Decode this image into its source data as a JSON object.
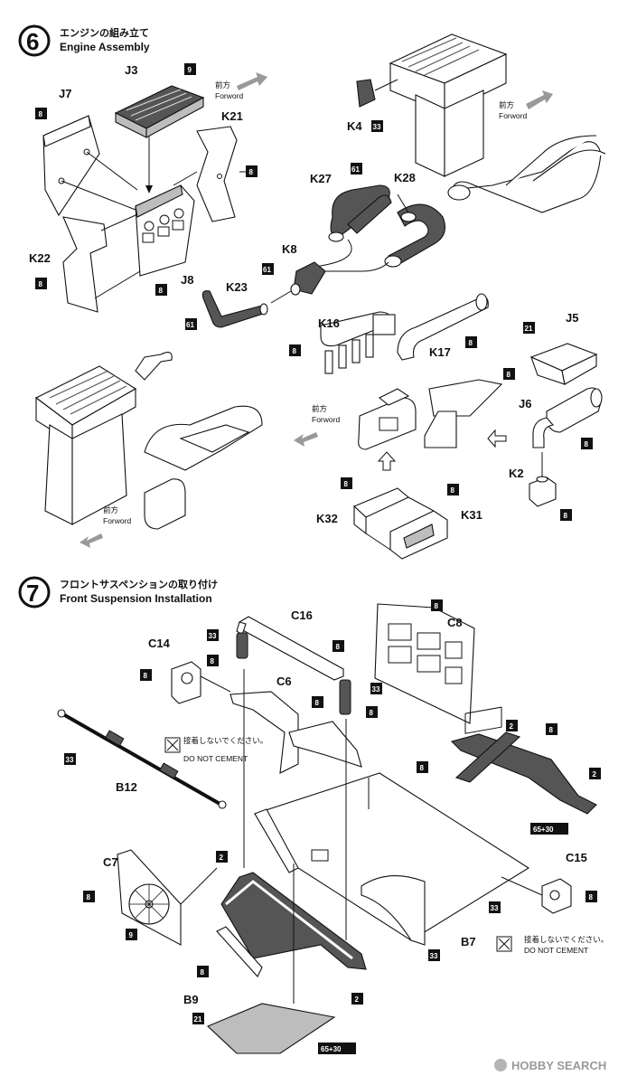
{
  "steps": [
    {
      "number": "6",
      "title_jp": "エンジンの組み立て",
      "title_en": "Engine Assembly"
    },
    {
      "number": "7",
      "title_jp": "フロントサスペンションの取り付け",
      "title_en": "Front Suspension Installation"
    }
  ],
  "direction": {
    "jp": "前方",
    "en": "Forword"
  },
  "do_not_cement": {
    "jp_short": "接着しないでください。",
    "en": "DO NOT CEMENT"
  },
  "parts_step6": [
    "J3",
    "J7",
    "K21",
    "K22",
    "J8",
    "K4",
    "K27",
    "K28",
    "K8",
    "K23",
    "K16",
    "K17",
    "J5",
    "J6",
    "K2",
    "K32",
    "K31"
  ],
  "parts_step7": [
    "C16",
    "C14",
    "C8",
    "C6",
    "B12",
    "C7",
    "C15",
    "B9",
    "B7"
  ],
  "color_codes": [
    "8",
    "9",
    "33",
    "61",
    "21",
    "2",
    "65+30"
  ],
  "watermark": "HOBBY SEARCH"
}
